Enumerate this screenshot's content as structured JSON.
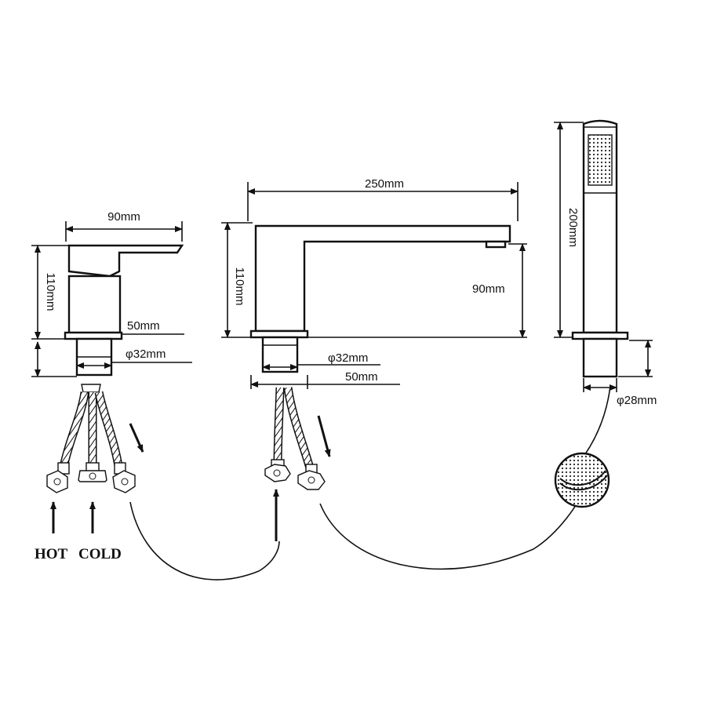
{
  "mixer": {
    "width_label": "90mm",
    "height_label": "110mm",
    "shank_length_label": "50mm",
    "shank_diameter_label": "φ32mm",
    "hot_label": "HOT",
    "cold_label": "COLD"
  },
  "spout": {
    "length_label": "250mm",
    "height_label": "110mm",
    "outlet_height_label": "90mm",
    "shank_diameter_label": "φ32mm",
    "shank_length_label": "50mm"
  },
  "handshower": {
    "height_label": "200mm",
    "base_diameter_label": "φ28mm"
  },
  "colors": {
    "line": "#111111",
    "background": "#ffffff"
  }
}
